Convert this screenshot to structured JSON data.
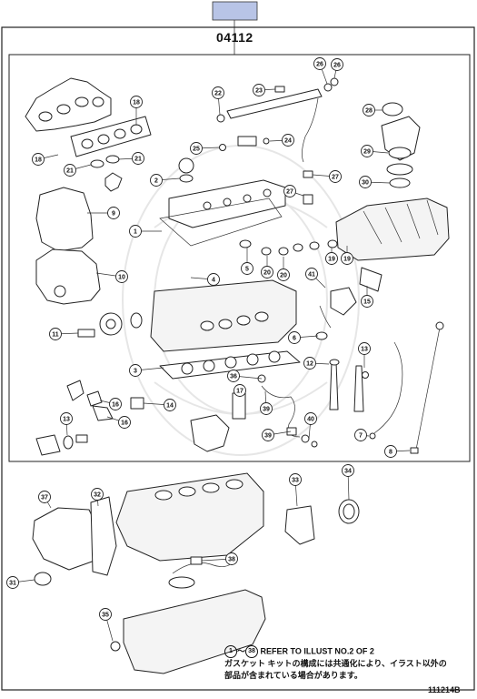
{
  "header": {
    "part_group_code": "04112",
    "header_tab_color": "#b8c4e6"
  },
  "callouts": [
    {
      "id": "1",
      "text": "1"
    },
    {
      "id": "2",
      "text": "2"
    },
    {
      "id": "3",
      "text": "3"
    },
    {
      "id": "4",
      "text": "4"
    },
    {
      "id": "5",
      "text": "5"
    },
    {
      "id": "6",
      "text": "6"
    },
    {
      "id": "7",
      "text": "7"
    },
    {
      "id": "8",
      "text": "8"
    },
    {
      "id": "9",
      "text": "9"
    },
    {
      "id": "10",
      "text": "10"
    },
    {
      "id": "11",
      "text": "11"
    },
    {
      "id": "12",
      "text": "12"
    },
    {
      "id": "13a",
      "text": "13"
    },
    {
      "id": "13b",
      "text": "13"
    },
    {
      "id": "14",
      "text": "14"
    },
    {
      "id": "15",
      "text": "15"
    },
    {
      "id": "16a",
      "text": "16"
    },
    {
      "id": "16b",
      "text": "16"
    },
    {
      "id": "17",
      "text": "17"
    },
    {
      "id": "18a",
      "text": "18"
    },
    {
      "id": "18b",
      "text": "18"
    },
    {
      "id": "19a",
      "text": "19"
    },
    {
      "id": "19b",
      "text": "19"
    },
    {
      "id": "20a",
      "text": "20"
    },
    {
      "id": "20b",
      "text": "20"
    },
    {
      "id": "21a",
      "text": "21"
    },
    {
      "id": "21b",
      "text": "21"
    },
    {
      "id": "22",
      "text": "22"
    },
    {
      "id": "23",
      "text": "23"
    },
    {
      "id": "24",
      "text": "24"
    },
    {
      "id": "25",
      "text": "25"
    },
    {
      "id": "26a",
      "text": "26"
    },
    {
      "id": "26b",
      "text": "26"
    },
    {
      "id": "27a",
      "text": "27"
    },
    {
      "id": "27b",
      "text": "27"
    },
    {
      "id": "28",
      "text": "28"
    },
    {
      "id": "29",
      "text": "29"
    },
    {
      "id": "30",
      "text": "30"
    },
    {
      "id": "31",
      "text": "31"
    },
    {
      "id": "32",
      "text": "32"
    },
    {
      "id": "33",
      "text": "33"
    },
    {
      "id": "34",
      "text": "34"
    },
    {
      "id": "35",
      "text": "35"
    },
    {
      "id": "36",
      "text": "36"
    },
    {
      "id": "37",
      "text": "37"
    },
    {
      "id": "38",
      "text": "38"
    },
    {
      "id": "39a",
      "text": "39"
    },
    {
      "id": "39b",
      "text": "39"
    },
    {
      "id": "40",
      "text": "40"
    },
    {
      "id": "41",
      "text": "41"
    }
  ],
  "footer": {
    "note_start": "1",
    "note_end": "38",
    "note_tilde": "～",
    "note_line1": "REFER TO ILLUST NO.2 OF 2",
    "note_line2": "ガスケット キットの構成には共通化により、イラスト以外の",
    "note_line3": "部品が含まれている場合があります。",
    "illustration_id": "111214B"
  }
}
